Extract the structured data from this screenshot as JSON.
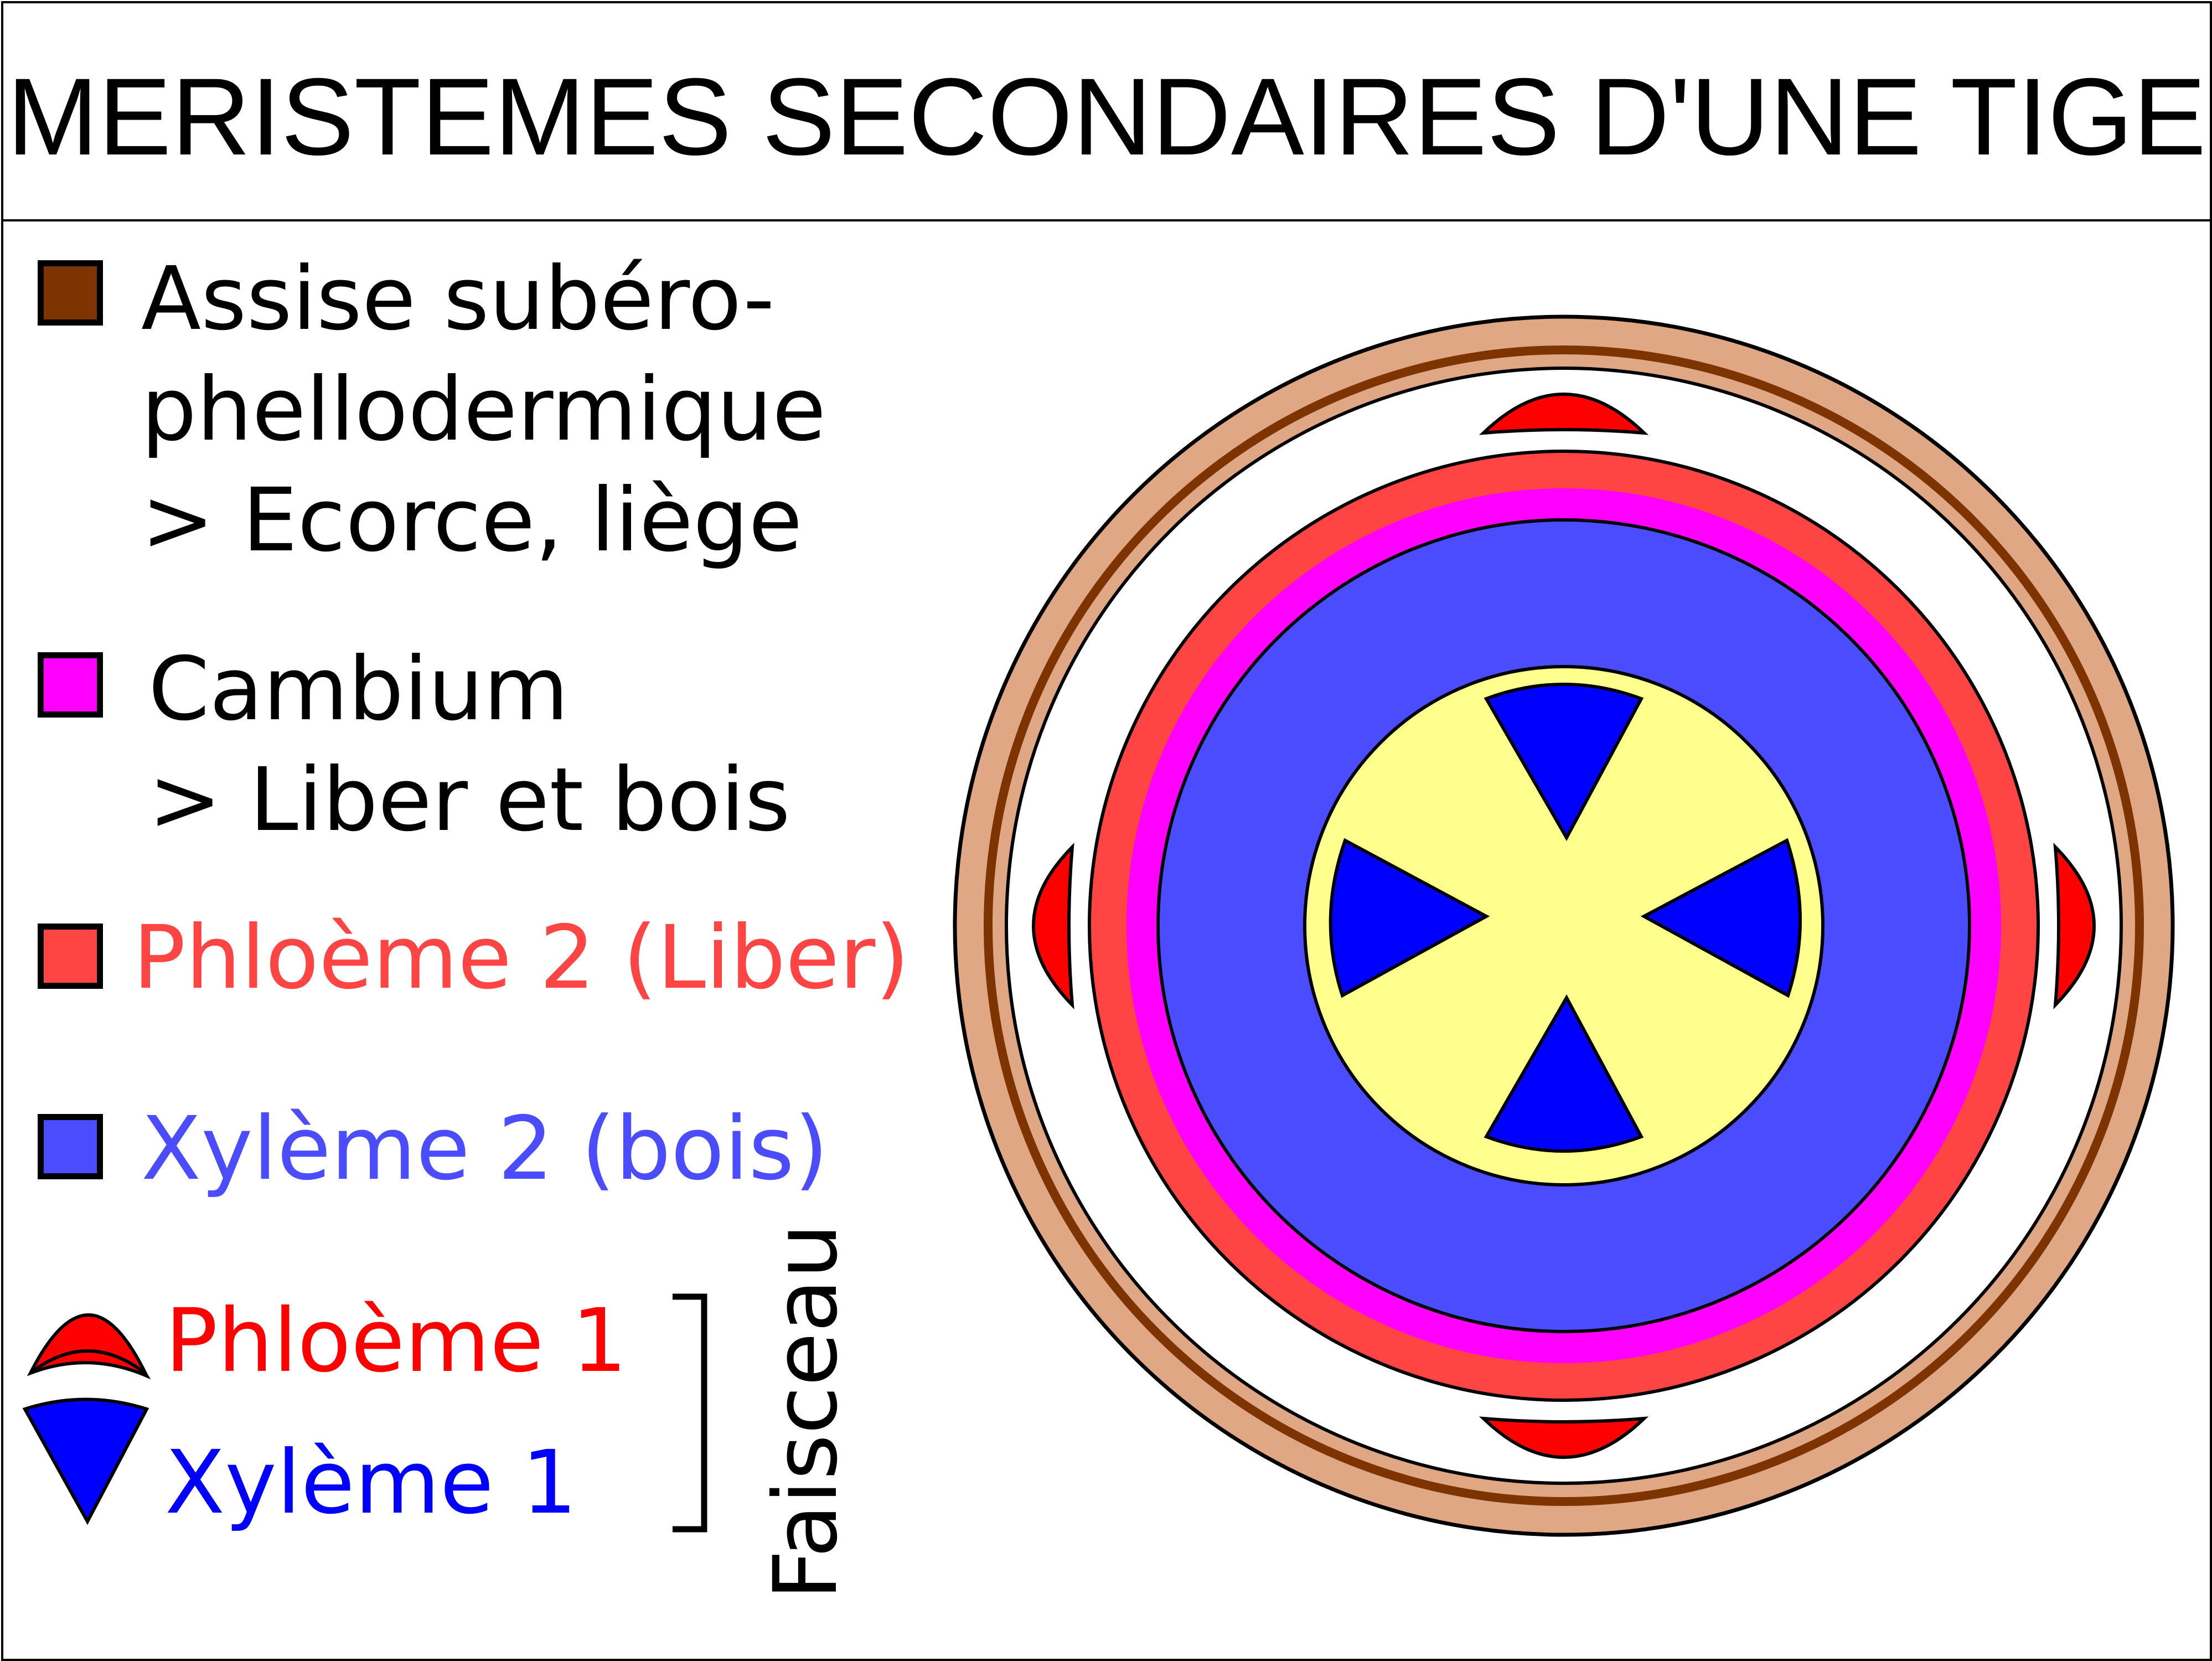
{
  "title": "MERISTEMES SECONDAIRES D'UNE TIGE",
  "colors": {
    "cortex_outer": "#dfa783",
    "suber_line": "#7d3400",
    "phloem2": "#ff4444",
    "cambium": "#ff00ff",
    "xylem2": "#4c4cff",
    "pith": "#ffff8e",
    "phloem1": "#ff0000",
    "xylem1": "#0000ff"
  },
  "legend": {
    "suber": {
      "line1": "Assise subéro-",
      "line2": "phellodermique",
      "line3": "> Ecorce, liège"
    },
    "cambium": {
      "line1": "Cambium",
      "line2": "> Liber et bois"
    },
    "phloem2": {
      "label": "Phloème 2 (Liber)"
    },
    "xylem2": {
      "label": "Xylème 2 (bois)"
    },
    "phloem1": {
      "label": "Phloème 1"
    },
    "xylem1": {
      "label": "Xylème 1"
    },
    "bundle": {
      "label": "Faisceau"
    }
  }
}
